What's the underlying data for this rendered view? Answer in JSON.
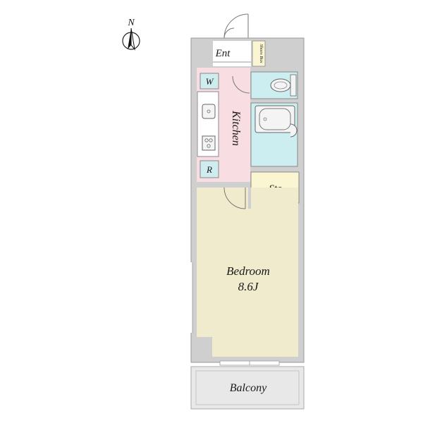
{
  "compass": {
    "north_label": "N"
  },
  "rooms": {
    "entrance": "Ent",
    "shoes_box": "Shoes Box",
    "washer": "W",
    "kitchen": "Kitchen",
    "refrigerator": "R",
    "storage": "Sto",
    "bedroom": "Bedroom",
    "bedroom_size": "8.6J",
    "balcony": "Balcony"
  },
  "colors": {
    "wall": "#cfcfcf",
    "kitchen_floor": "#f8dde2",
    "bath_floor": "#cdeef1",
    "storage_floor": "#fbf6d2",
    "bedroom_floor": "#f0ebcd",
    "balcony_floor": "#e8e8e8",
    "appliance_box": "#cfecef"
  }
}
